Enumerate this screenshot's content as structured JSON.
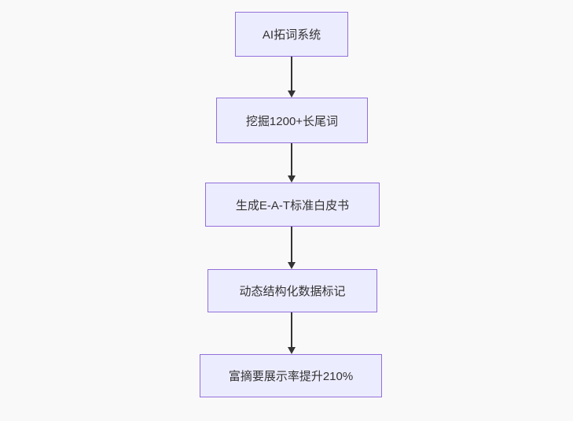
{
  "diagram": {
    "type": "flowchart",
    "direction": "top-down",
    "nodes": [
      {
        "label": "AI拓词系统"
      },
      {
        "label": "挖掘1200+长尾词"
      },
      {
        "label": "生成E-A-T标准白皮书"
      },
      {
        "label": "动态结构化数据标记"
      },
      {
        "label": "富摘要展示率提升210%"
      }
    ],
    "edges": [
      {
        "from": 0,
        "to": 1
      },
      {
        "from": 1,
        "to": 2
      },
      {
        "from": 2,
        "to": 3
      },
      {
        "from": 3,
        "to": 4
      }
    ],
    "colors": {
      "node_fill": "#ececff",
      "node_border": "#9370db",
      "arrow": "#333333",
      "text": "#333333",
      "background": "#f9f9f9"
    }
  }
}
